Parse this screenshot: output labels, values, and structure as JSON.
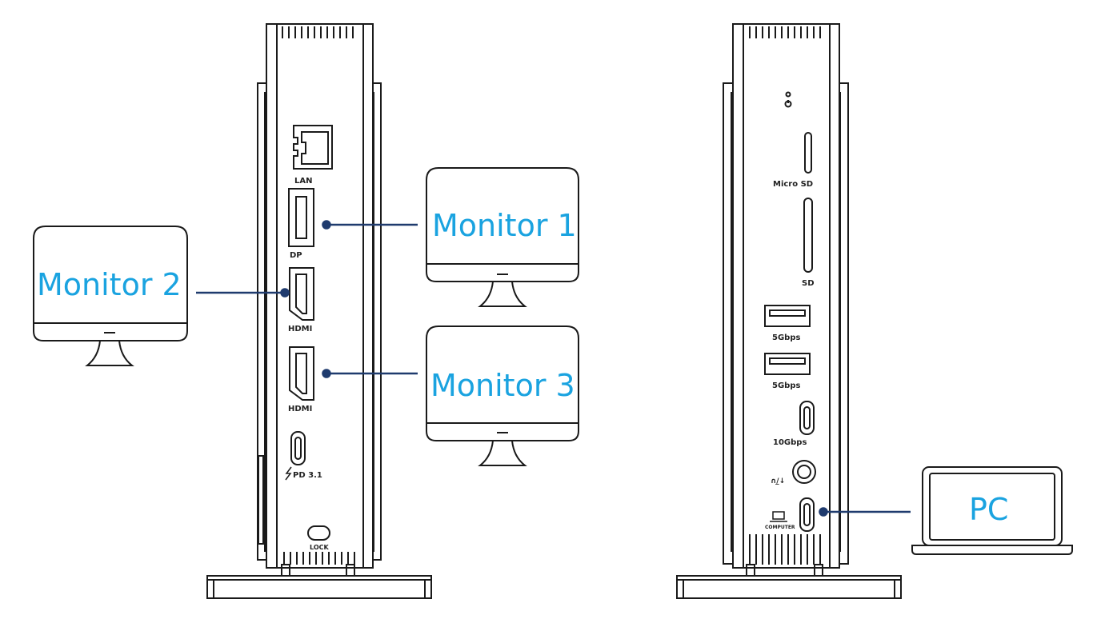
{
  "colors": {
    "stroke": "#1a1a1a",
    "connector": "#1f3b6e",
    "accent": "#1aa3e0",
    "background": "#ffffff"
  },
  "dock_left": {
    "ports": {
      "lan": "LAN",
      "dp": "DP",
      "hdmi1": "HDMI",
      "hdmi2": "HDMI",
      "pd": "PD 3.1",
      "lock": "LOCK"
    }
  },
  "dock_right": {
    "ports": {
      "micro_sd": "Micro SD",
      "sd": "SD",
      "usb1": "5Gbps",
      "usb2": "5Gbps",
      "usbc": "10Gbps",
      "audio": "∩/̲↓",
      "computer": "COMPUTER"
    }
  },
  "devices": {
    "monitor1": "Monitor 1",
    "monitor2": "Monitor 2",
    "monitor3": "Monitor 3",
    "pc": "PC"
  },
  "icons": [
    "power-icon",
    "lightning-icon",
    "headset-icon",
    "laptop-icon",
    "ethernet-icon"
  ]
}
